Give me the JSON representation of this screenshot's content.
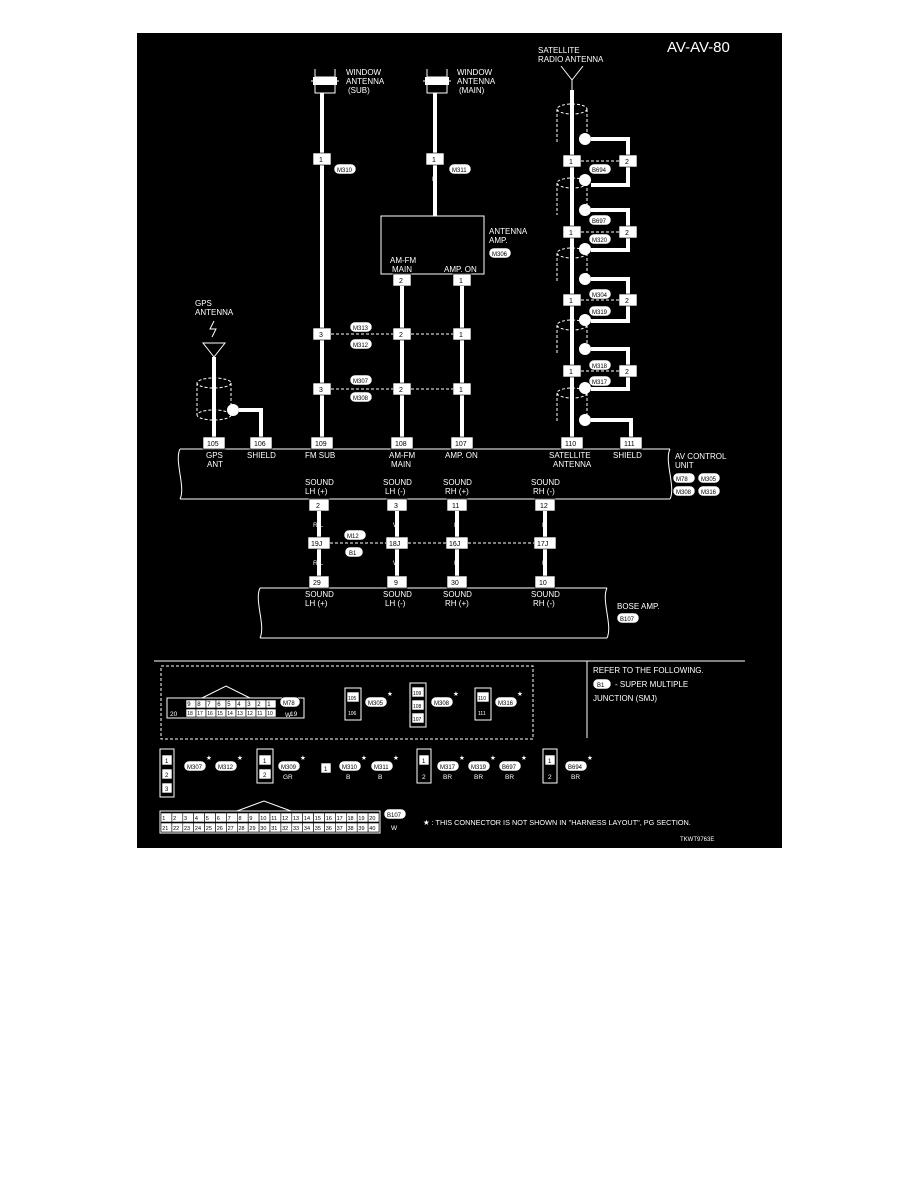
{
  "page_code": "AV-AV-80",
  "figure_id": "TKWT9763E",
  "antennas": {
    "window_sub": [
      "WINDOW",
      "ANTENNA",
      "(SUB)"
    ],
    "window_main": [
      "WINDOW",
      "ANTENNA",
      "(MAIN)"
    ],
    "satellite": [
      "SATELLITE",
      "RADIO ANTENNA"
    ],
    "gps": [
      "GPS",
      "ANTENNA"
    ]
  },
  "antenna_amp": {
    "label": [
      "ANTENNA",
      "AMP."
    ],
    "connector": "M306",
    "term_am_fm": [
      "AM-FM",
      "MAIN"
    ],
    "term_amp_on": "AMP. ON",
    "pin_am_fm": "2",
    "pin_amp_on": "1"
  },
  "connectors": {
    "m310": "M310",
    "m311": "M311",
    "m313": "M313",
    "m312": "M312",
    "m307": "M307",
    "m308": "M308",
    "b694": "B694",
    "b697": "B697",
    "m320": "M320",
    "m304": "M304",
    "m319": "M319",
    "m318": "M318",
    "m317": "M317",
    "m12": "M12",
    "b1": "B1",
    "m78": "M78",
    "m305": "M305",
    "m316": "M316",
    "b107": "B107",
    "m309": "M309"
  },
  "wire_colors": {
    "b": "B",
    "rl": "R/L",
    "w": "W",
    "p": "P",
    "l": "L"
  },
  "pins": {
    "one": "1",
    "two": "2",
    "three": "3",
    "p105": "105",
    "p106": "106",
    "p109": "109",
    "p108": "108",
    "p107": "107",
    "p110": "110",
    "p111": "111",
    "p2": "2",
    "p3": "3",
    "p11": "11",
    "p12": "12",
    "p19j": "19J",
    "p18j": "18J",
    "p16j": "16J",
    "p17j": "17J",
    "p29": "29",
    "p9": "9",
    "p30": "30",
    "p10": "10"
  },
  "av_unit": {
    "label": [
      "AV CONTROL",
      "UNIT"
    ],
    "connectors": [
      "M78",
      "M305",
      "M308",
      "M316"
    ],
    "terms": {
      "gps": [
        "GPS",
        "ANT"
      ],
      "shield": "SHIELD",
      "fm_sub": "FM SUB",
      "am_fm": [
        "AM-FM",
        "MAIN"
      ],
      "amp_on": "AMP. ON",
      "sat": [
        "SATELLITE",
        "ANTENNA"
      ],
      "sat_shield": "SHIELD"
    },
    "sound_terms": [
      [
        "SOUND",
        "LH (+)"
      ],
      [
        "SOUND",
        "LH (-)"
      ],
      [
        "SOUND",
        "RH (+)"
      ],
      [
        "SOUND",
        "RH (-)"
      ]
    ]
  },
  "bose_amp": {
    "label": "BOSE AMP.",
    "connector": "B107",
    "sound_terms": [
      [
        "SOUND",
        "LH (+)"
      ],
      [
        "SOUND",
        "LH (-)"
      ],
      [
        "SOUND",
        "RH (+)"
      ],
      [
        "SOUND",
        "RH (-)"
      ]
    ]
  },
  "legend": {
    "refer": "REFER TO THE FOLLOWING.",
    "b1_text": "- SUPER MULTIPLE",
    "b1_text2": "JUNCTION (SMJ)",
    "note": "★ : THIS CONNECTOR IS NOT SHOWN IN \"HARNESS LAYOUT\", PG SECTION.",
    "star": "★",
    "m78_color": "W",
    "m309_color": "GR",
    "m310_color": "B",
    "m311_color": "B",
    "m317_color": "BR",
    "m319_color": "BR",
    "b697_color": "BR",
    "b694_color": "BR",
    "b107_color": "W",
    "m78_pins_top": [
      "9",
      "8",
      "7",
      "6",
      "5",
      "4",
      "3",
      "2",
      "1"
    ],
    "m78_pins_bot": [
      "18",
      "17",
      "16",
      "15",
      "14",
      "13",
      "12",
      "11",
      "10"
    ],
    "m78_pin_left": "20",
    "m78_pin_right": "19",
    "m305_pins": [
      "105",
      "106"
    ],
    "m308_pins": [
      "109",
      "108",
      "107"
    ],
    "m316_pins": [
      "110",
      "111"
    ],
    "b107_pins_top": [
      "1",
      "2",
      "3",
      "4",
      "5",
      "6",
      "7",
      "8",
      "9",
      "10",
      "11",
      "12",
      "13",
      "14",
      "15",
      "16",
      "17",
      "18",
      "19",
      "20"
    ],
    "b107_pins_bot": [
      "21",
      "22",
      "23",
      "24",
      "25",
      "26",
      "27",
      "28",
      "29",
      "30",
      "31",
      "32",
      "33",
      "34",
      "35",
      "36",
      "37",
      "38",
      "39",
      "40"
    ]
  },
  "colors": {
    "background": "#000000",
    "ink": "#ffffff",
    "page": "#ffffff"
  }
}
